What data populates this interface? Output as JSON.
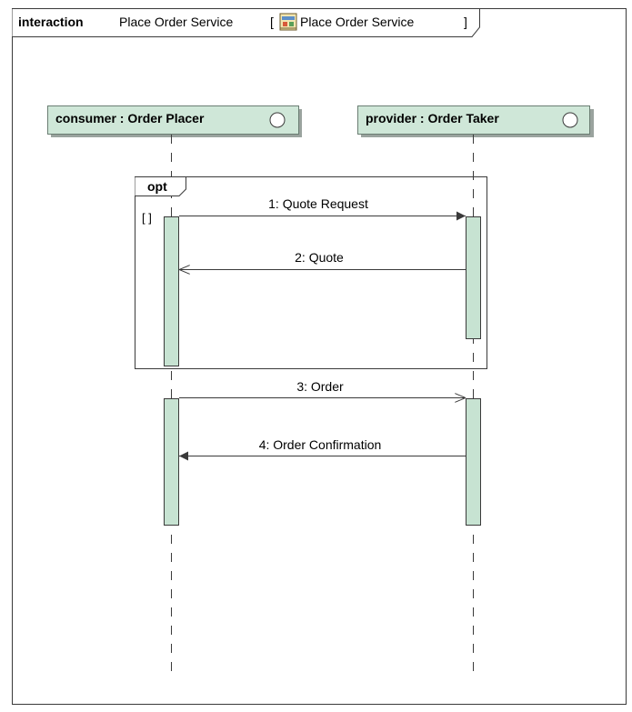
{
  "frame": {
    "keyword": "interaction",
    "name": "Place Order Service",
    "bracket_open": "[",
    "ref_name": "Place Order Service",
    "bracket_close": "]"
  },
  "lifelines": [
    {
      "label": "consumer : Order Placer"
    },
    {
      "label": "provider : Order Taker"
    }
  ],
  "fragment": {
    "operator": "opt",
    "guard": "[ ]"
  },
  "messages": [
    {
      "label": "1: Quote Request",
      "kind": "synchronous"
    },
    {
      "label": "2: Quote",
      "kind": "reply"
    },
    {
      "label": "3: Order",
      "kind": "asynchronous"
    },
    {
      "label": "4: Order Confirmation",
      "kind": "synchronous"
    }
  ],
  "colors": {
    "lifeline_head": "#cfe7d8",
    "activation": "#c7e3d2",
    "stroke": "#4a4a4a"
  }
}
